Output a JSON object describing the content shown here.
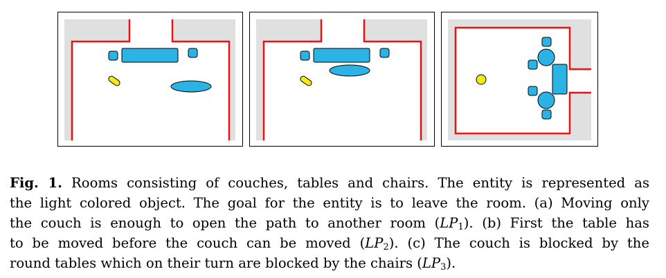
{
  "colors": {
    "wall": "#ee1111",
    "floor": "#e0e0e0",
    "furniture": "#2bb3e6",
    "entity": "#f2ea14",
    "outline": "#000000"
  },
  "figure": {
    "panels": [
      "room-a",
      "room-b",
      "room-c"
    ]
  },
  "caption": {
    "label": "Fig. 1.",
    "l1": "Rooms consisting of couches, tables and chairs. The entity is represented as",
    "l2": "the light colored object. The goal for the entity is to leave the room. (a) Moving only",
    "l3a": "the couch is enough to open the path to another room (",
    "lp": "LP",
    "s1": "1",
    "l3b": "). (b) First the table has",
    "l4a": "to be moved before the couch can be moved (",
    "s2": "2",
    "l4b": "). (c) The couch is blocked by the",
    "l5a": "round tables which on their turn are blocked by the chairs (",
    "s3": "3",
    "l5b": ")."
  }
}
